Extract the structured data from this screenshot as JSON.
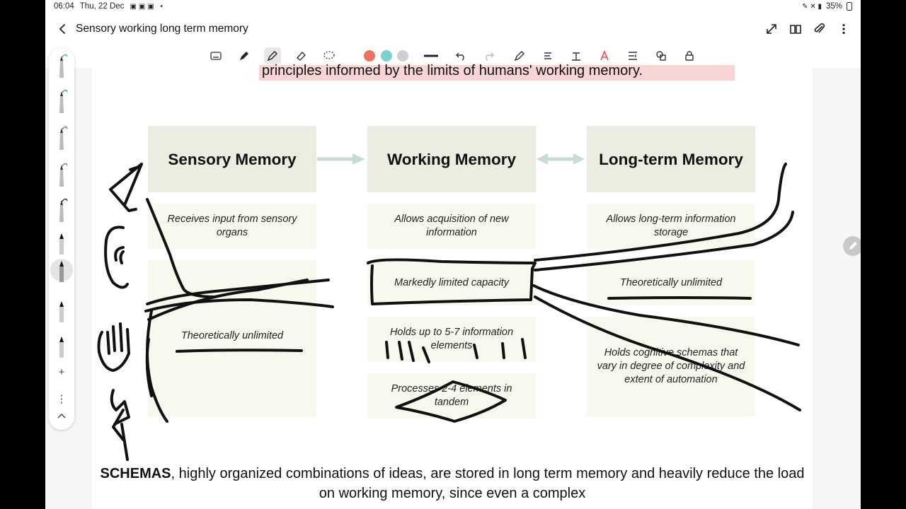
{
  "status_bar": {
    "time": "06:04",
    "date": "Thu, 22 Dec",
    "battery": "35%"
  },
  "title_bar": {
    "title": "Sensory working long term memory"
  },
  "toolbar": {
    "colors": [
      "#e97262",
      "#7ed0c8",
      "#cfcfcf"
    ]
  },
  "page": {
    "heading_fragment": "principles informed by the limits of humans' working memory.",
    "columns": [
      {
        "title": "Sensory Memory",
        "cells": [
          "Receives input from sensory organs",
          "",
          "Theoretically unlimited"
        ]
      },
      {
        "title": "Working Memory",
        "cells": [
          "Allows acquisition of new information",
          "Markedly limited capacity",
          "Holds up to 5-7 information elements",
          "Processes 2-4 elements in tandem"
        ]
      },
      {
        "title": "Long-term Memory",
        "cells": [
          "Allows long-term information storage",
          "Theoretically unlimited",
          "Holds cognitive schemas that vary in degree of complexity and extent of automation"
        ]
      }
    ],
    "footer": {
      "bold": "SCHEMAS",
      "rest": ", highly organized combinations of ideas, are stored in long term memory and heavily reduce the load on working memory, since even a complex"
    }
  }
}
